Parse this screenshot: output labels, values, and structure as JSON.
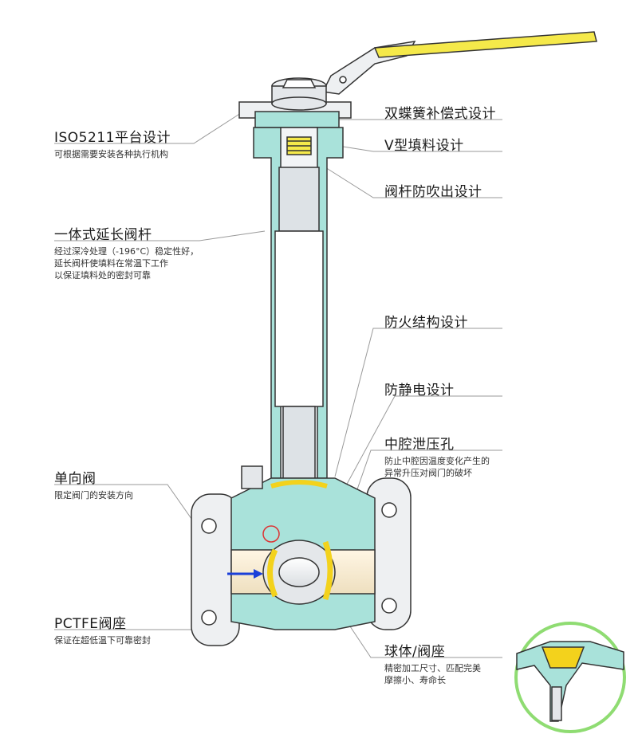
{
  "left_callouts": [
    {
      "id": "iso5211",
      "title": "ISO5211平台设计",
      "desc": "可根据需要安装各种执行机构"
    },
    {
      "id": "extended-stem",
      "title": "一体式延长阀杆",
      "desc": "经过深冷处理（-196°C）稳定性好，\n延长阀杆使填料在常温下工作\n以保证填料处的密封可靠"
    },
    {
      "id": "check-valve",
      "title": "单向阀",
      "desc": "限定阀门的安装方向"
    },
    {
      "id": "pctfe-seat",
      "title": "PCTFE阀座",
      "desc": "保证在超低温下可靠密封"
    }
  ],
  "right_callouts": [
    {
      "id": "disc-spring",
      "title": "双蝶簧补偿式设计",
      "desc": ""
    },
    {
      "id": "v-packing",
      "title": "V型填料设计",
      "desc": ""
    },
    {
      "id": "anti-blowout",
      "title": "阀杆防吹出设计",
      "desc": ""
    },
    {
      "id": "fire-safe",
      "title": "防火结构设计",
      "desc": ""
    },
    {
      "id": "anti-static",
      "title": "防静电设计",
      "desc": ""
    },
    {
      "id": "cavity-relief",
      "title": "中腔泄压孔",
      "desc": "防止中腔因温度变化产生的\n异常升压对阀门的破坏"
    },
    {
      "id": "ball-seat",
      "title": "球体/阀座",
      "desc": "精密加工尺寸、匹配完美\n摩擦小、寿命长"
    }
  ],
  "colors": {
    "body_section": "#a9e2da",
    "handle": "#f5e94a",
    "seat_ring": "#f3d21c",
    "steel": "#e9ecef",
    "outline": "#333333",
    "leader": "#9a9a9a",
    "detail_ring": "#8fdc72"
  }
}
